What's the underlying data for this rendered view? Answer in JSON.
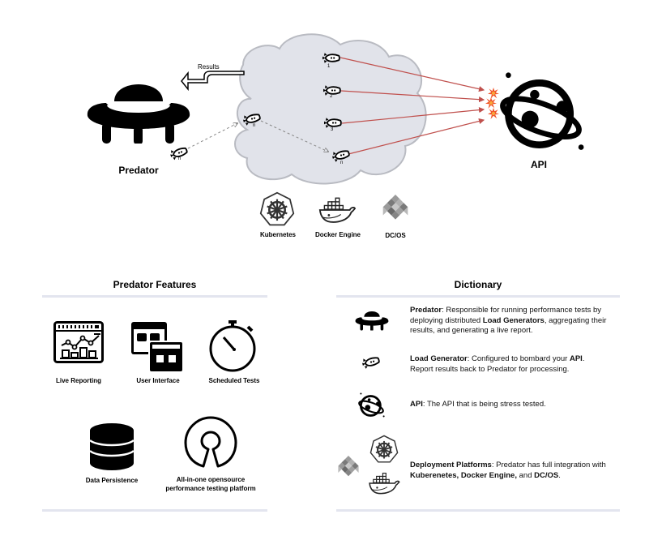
{
  "diagram": {
    "predator_label": "Predator",
    "api_label": "API",
    "results_label": "Results",
    "load_generators": [
      {
        "label": "1"
      },
      {
        "label": "2"
      },
      {
        "label": "3"
      },
      {
        "label": "n"
      }
    ],
    "transit_generators": [
      {
        "label": "n"
      },
      {
        "label": "n"
      }
    ],
    "platforms": [
      {
        "label": "Kubernetes",
        "icon": "kubernetes-icon"
      },
      {
        "label": "Docker Engine",
        "icon": "docker-icon"
      },
      {
        "label": "DC/OS",
        "icon": "dcos-icon"
      }
    ],
    "colors": {
      "cloud_fill": "#e1e3ea",
      "cloud_stroke": "#b9bbc2",
      "attack_line": "#c0504d",
      "explosion": "#f0542a",
      "divider": "#e3e5ef"
    }
  },
  "features": {
    "title": "Predator Features",
    "items": [
      {
        "label": "Live Reporting",
        "icon": "live-reporting-icon"
      },
      {
        "label": "User Interface",
        "icon": "user-interface-icon"
      },
      {
        "label": "Scheduled Tests",
        "icon": "stopwatch-icon"
      },
      {
        "label": "Data Persistence",
        "icon": "database-icon"
      },
      {
        "label_line1": "All-in-one opensource",
        "label_line2": "performance testing platform",
        "icon": "opensource-icon"
      }
    ]
  },
  "dictionary": {
    "title": "Dictionary",
    "entries": [
      {
        "term": "Predator",
        "sep": ": ",
        "text1": "Responsible for running performance tests by",
        "text2a": "deploying distributed ",
        "bold2": "Load Generators",
        "text2b": ", aggregating their",
        "text3": "results, and generating a live report."
      },
      {
        "term": "Load Generator",
        "sep": ": ",
        "text1a": "Configured to bombard your ",
        "bold1": "API",
        "text1b": ".",
        "text2": "Report results back to Predator for processing."
      },
      {
        "term": "API",
        "sep": ": ",
        "text1": "The API that is being stress tested."
      },
      {
        "term": "Deployment Platforms",
        "sep": ": ",
        "text1": "Predator has full integration with",
        "bold2": "Kuberenetes, Docker Engine,",
        "text2": " and ",
        "bold3": "DC/OS",
        "text3": "."
      }
    ]
  }
}
